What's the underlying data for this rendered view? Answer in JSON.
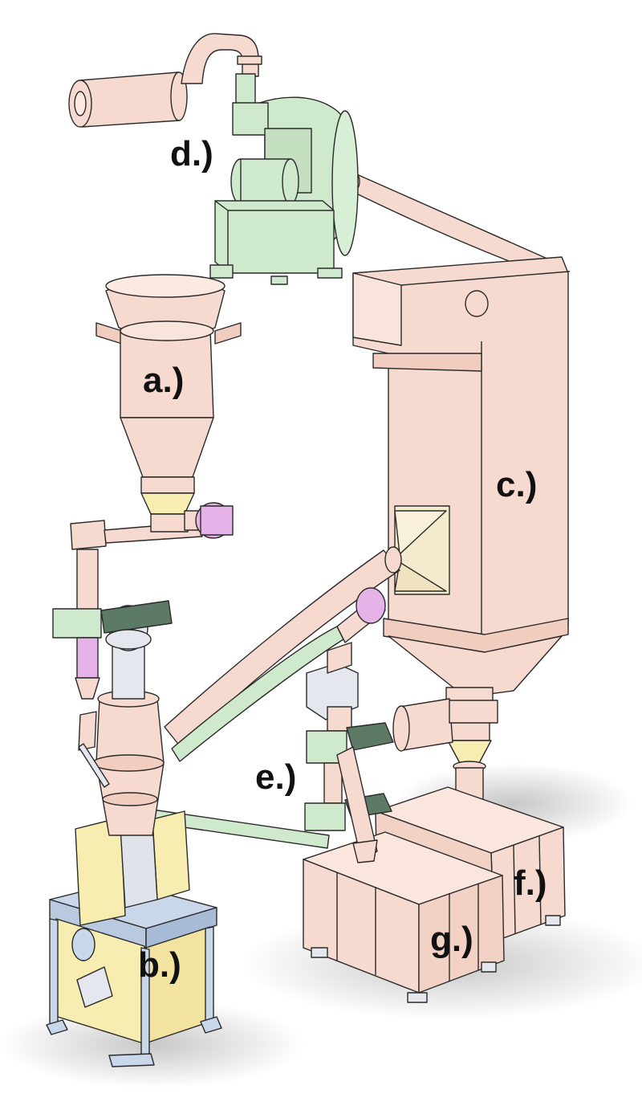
{
  "labels": {
    "a": "a.)",
    "b": "b.)",
    "c": "c.)",
    "d": "d.)",
    "e": "e.)",
    "f": "f.)",
    "g": "g.)"
  },
  "colors": {
    "salmon": "#f6d9cf",
    "green": "#cfe9cc",
    "yellow": "#f7edb0",
    "blue": "#c9d7ea",
    "pink": "#e6b3e8",
    "gray": "#e5e7ee",
    "ink": "#2a2a2a"
  }
}
